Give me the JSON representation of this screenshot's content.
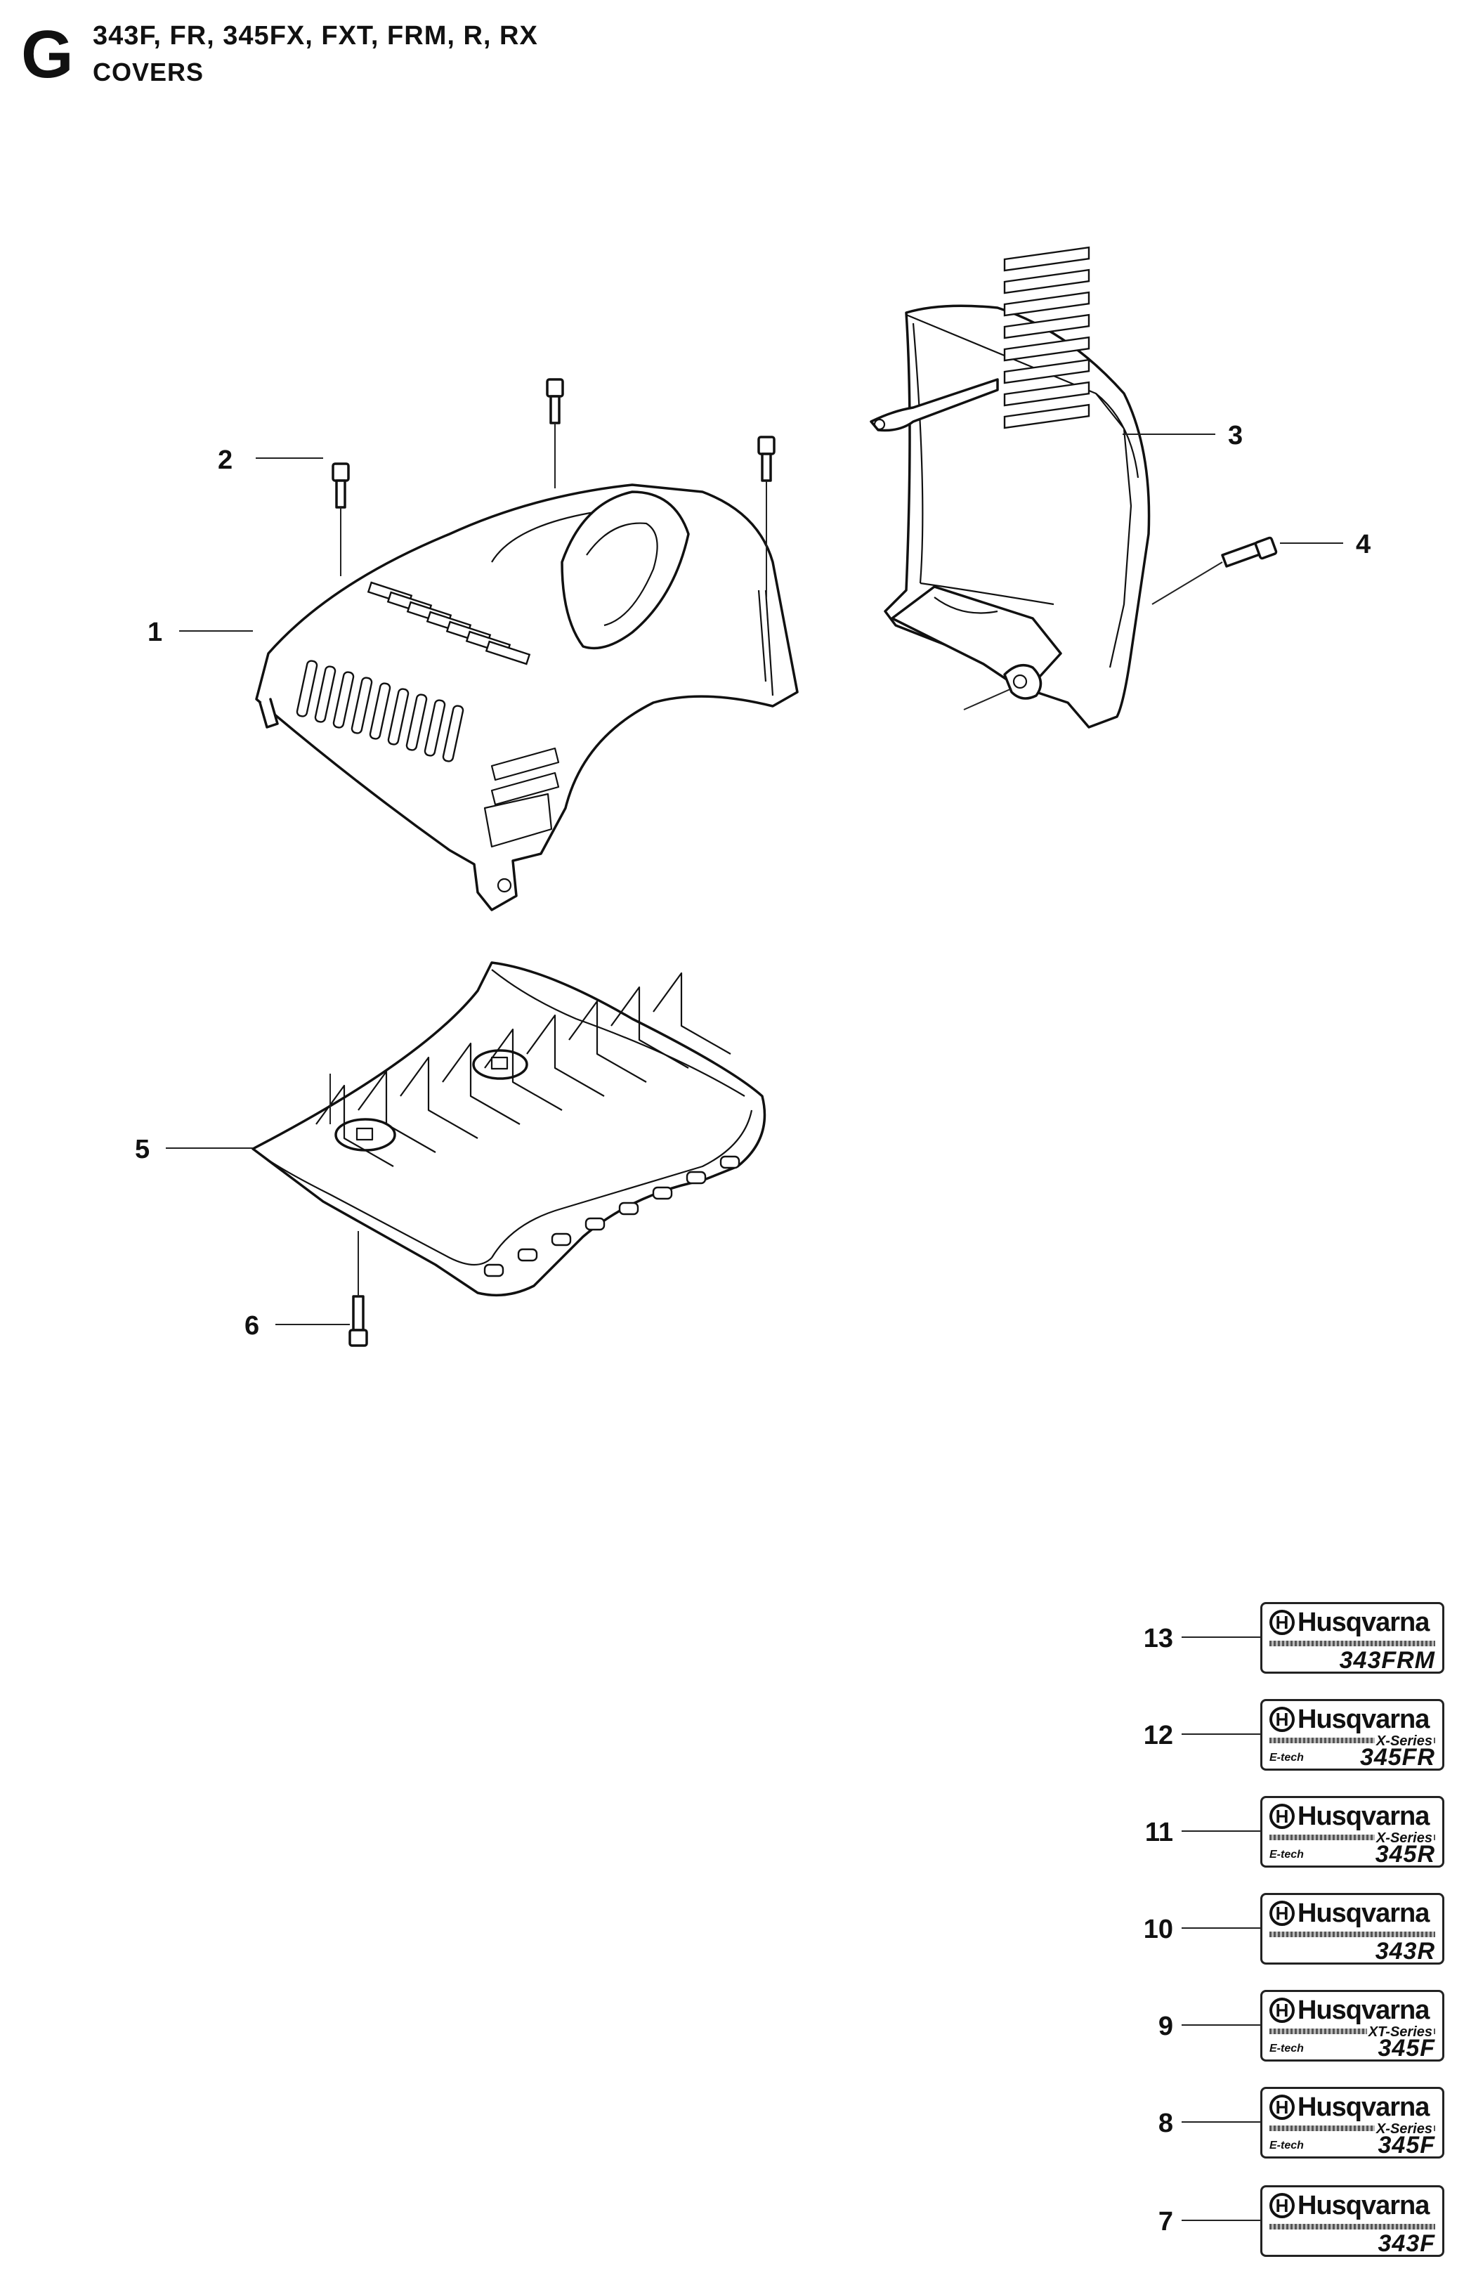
{
  "header": {
    "section_letter": "G",
    "models": "343F, FR, 345FX, FXT, FRM, R, RX",
    "title": "COVERS"
  },
  "callouts": [
    "1",
    "2",
    "3",
    "4",
    "5",
    "6"
  ],
  "decals": [
    {
      "ref": "13",
      "brand": "Husqvarna",
      "series": "",
      "etech": "",
      "model": "343FRM"
    },
    {
      "ref": "12",
      "brand": "Husqvarna",
      "series": "X-Series",
      "etech": "E-tech",
      "model": "345FR"
    },
    {
      "ref": "11",
      "brand": "Husqvarna",
      "series": "X-Series",
      "etech": "E-tech",
      "model": "345R"
    },
    {
      "ref": "10",
      "brand": "Husqvarna",
      "series": "",
      "etech": "",
      "model": "343R"
    },
    {
      "ref": "9",
      "brand": "Husqvarna",
      "series": "XT-Series",
      "etech": "E-tech",
      "model": "345F"
    },
    {
      "ref": "8",
      "brand": "Husqvarna",
      "series": "X-Series",
      "etech": "E-tech",
      "model": "345F"
    },
    {
      "ref": "7",
      "brand": "Husqvarna",
      "series": "",
      "etech": "",
      "model": "343F"
    }
  ],
  "icons": {
    "logo": "husqvarna-crown-h-icon"
  }
}
